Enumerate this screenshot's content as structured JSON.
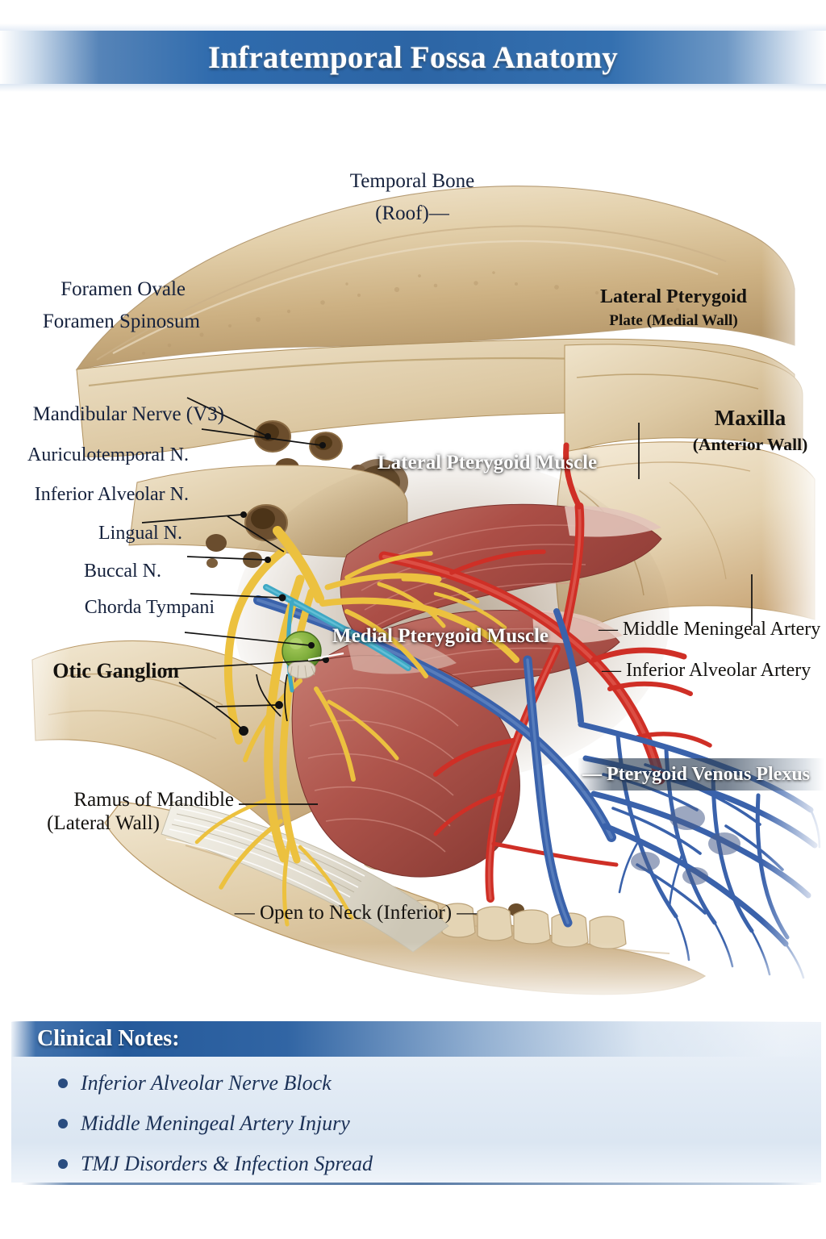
{
  "header": {
    "title": "Infratemporal Fossa Anatomy"
  },
  "illustration": {
    "caption": "Watercolor-style lateral dissection of the infratemporal fossa showing the temporal bone roof, sphenoid foramina, mandibular nerve branches, pterygoid muscles, maxillary artery branches and pterygoid venous plexus.",
    "labels": {
      "temporal_bone": "Temporal Bone",
      "temporal_bone_sub": "(Roof)—",
      "foramen_ovale": "Foramen Ovale",
      "foramen_spinosum": "Foramen Spinosum",
      "mandibular_nerve": "Mandibular Nerve (V3)",
      "auriculotemporal_n": "Auriculotemporal N.",
      "inferior_alveolar_n": "Inferior Alveolar N.",
      "lingual_n": "Lingual N.",
      "buccal_n": "Buccal N.",
      "chorda_tympani": "Chorda Tympani",
      "otic_ganglion": "Otic Ganglion",
      "ramus_of_mandible": "Ramus of Mandible",
      "ramus_of_mandible_sub": "(Lateral Wall)",
      "open_to_neck": "— Open to Neck (Inferior) —",
      "lateral_pterygoid_plate": "Lateral Pterygoid",
      "lateral_pterygoid_plate_sub": "Plate (Medial Wall)",
      "maxilla": "Maxilla",
      "maxilla_sub": "(Anterior Wall)",
      "lateral_pterygoid_muscle": "Lateral Pterygoid Muscle",
      "medial_pterygoid_muscle": "Medial Pterygoid Muscle",
      "middle_meningeal_artery": "— Middle Meningeal Artery",
      "inferior_alveolar_artery": "— Inferior Alveolar Artery",
      "pterygoid_venous_plexus": "— Pterygoid Venous Plexus"
    },
    "colors": {
      "bone_light": "#e8d9bd",
      "bone_mid": "#d7c09a",
      "bone_shadow": "#a98a5f",
      "muscle": "#b2524a",
      "muscle_light": "#c9736a",
      "nerve_yellow": "#ecc13f",
      "chorda_cyan": "#3fa8c4",
      "artery_red": "#cf2f26",
      "vein_blue": "#3a62ab",
      "ganglion_green": "#7aa83c",
      "tendon_white": "#e6e2d8",
      "leader_line": "#111111"
    }
  },
  "notes": {
    "title": "Clinical Notes:",
    "items": [
      "Inferior Alveolar Nerve Block",
      "Middle Meningeal Artery Injury",
      "TMJ Disorders & Infection Spread"
    ]
  }
}
